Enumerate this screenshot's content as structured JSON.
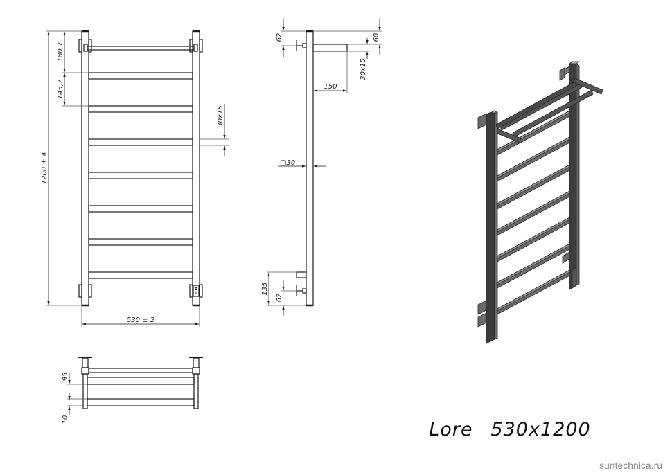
{
  "drawing": {
    "product_name": "Lore",
    "product_size": "530x1200",
    "watermark": "suntechnica.ru"
  },
  "front_view": {
    "height_label": "1200 ± 4",
    "width_label": "530 ± 2",
    "top_offset_label": "180,7",
    "rung_pitch_label": "145,7",
    "rung_section_label": "30x15",
    "rung_count": 7
  },
  "side_view": {
    "top_mount_label": "62",
    "shelf_offset_label": "60",
    "shelf_section_label": "30x15",
    "shelf_depth_label": "150",
    "upright_section_label": "□30",
    "bottom_connector_label": "135",
    "bottom_mount_label": "62"
  },
  "top_view": {
    "shelf_bar_spacing_label": "95",
    "bottom_offset_label": "10"
  },
  "colors": {
    "line": "#1a1a1a",
    "dim_line": "#555555",
    "iso_dark": "#3d3d3d",
    "iso_mid": "#6b6b6b",
    "iso_light": "#9a9a9a",
    "watermark": "#8a8a8a"
  }
}
